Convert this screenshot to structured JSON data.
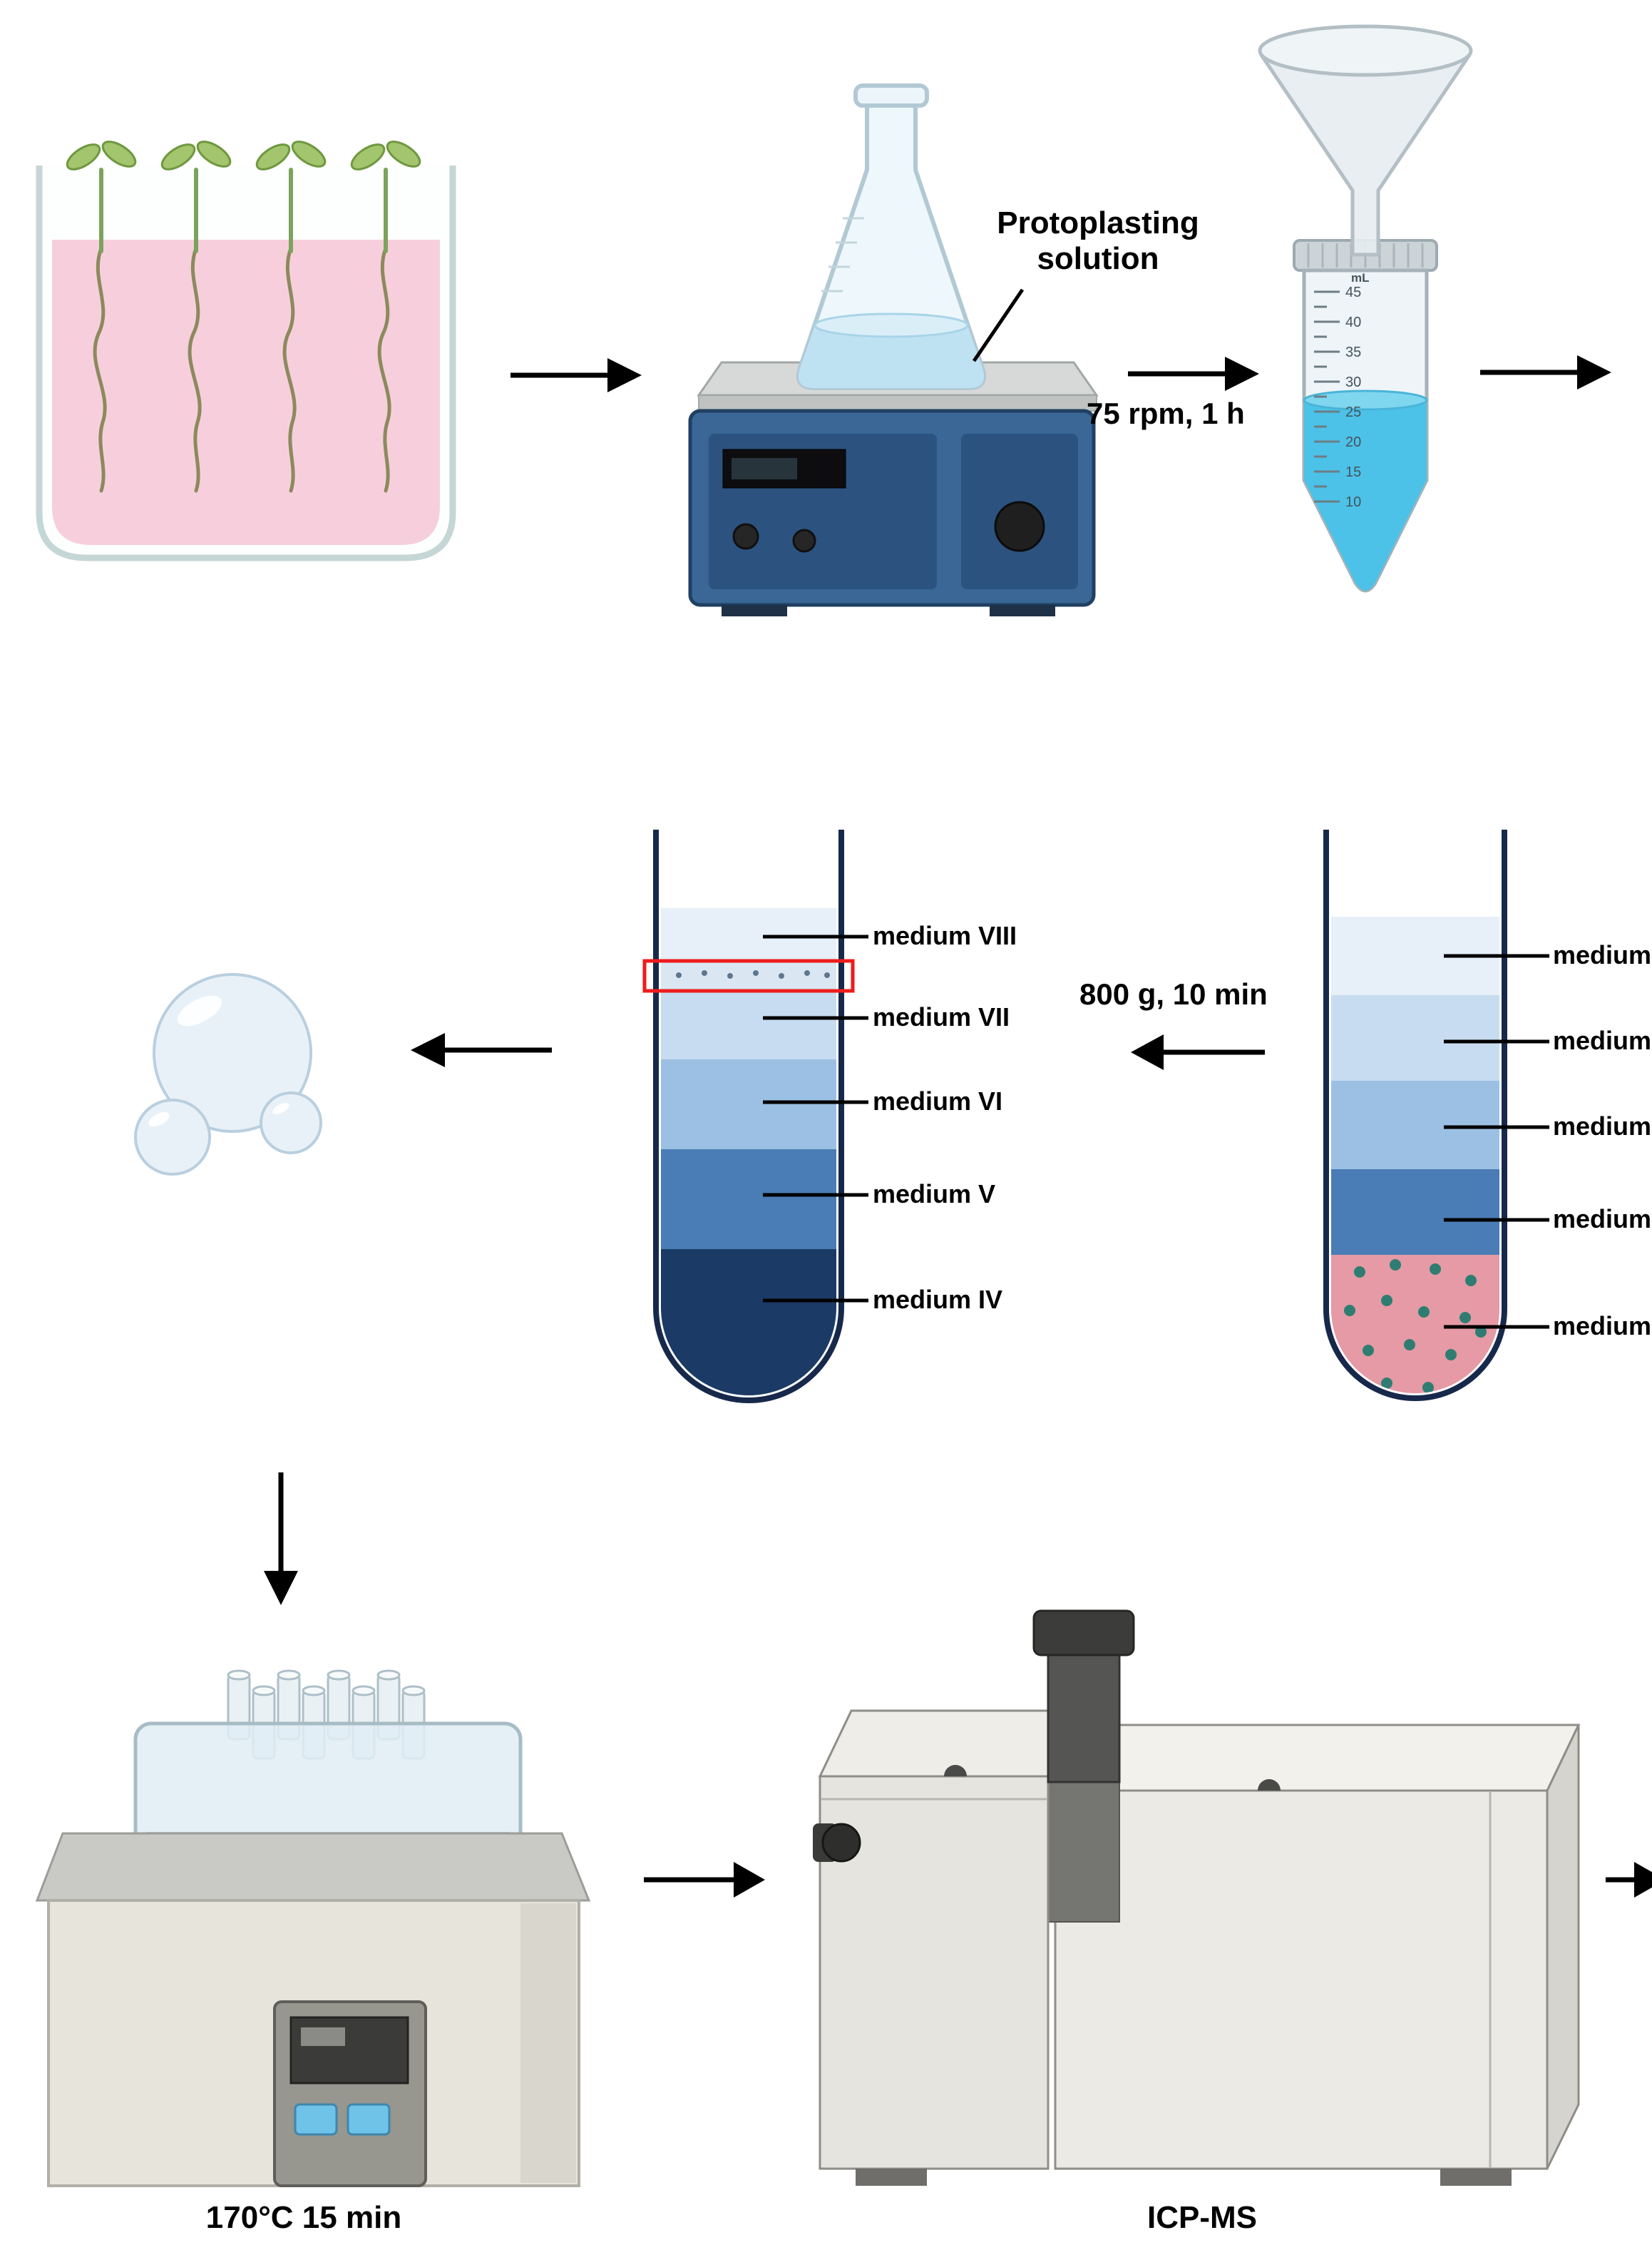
{
  "steps": {
    "protoplasting": {
      "flask_label": "Protoplasting\nsolution",
      "stir_condition": "75 rpm, 1 h"
    },
    "filtration": {
      "tube_unit": "mL",
      "tube_marks": [
        "45",
        "40",
        "35",
        "30",
        "25",
        "20",
        "15",
        "10"
      ]
    },
    "centrifugation": {
      "condition": "800 g, 10 min"
    },
    "gradient_before": {
      "layer_labels": [
        "medium VIII",
        "medium VII",
        "medium VI",
        "medium V",
        "medium IV"
      ]
    },
    "gradient_after": {
      "layer_labels": [
        "medium VIII",
        "medium VII",
        "medium VI",
        "medium V",
        "medium IV"
      ]
    },
    "digestion": {
      "condition": "170°C 15 min"
    },
    "analysis": {
      "instrument": "ICP-MS"
    }
  },
  "colors": {
    "seedling_medium_pink": "#f7cfdc",
    "flask_liquid_blue": "#bfe2f2",
    "falcon_liquid_blue": "#4cc2e8",
    "stirrer_blue": "#3a6795",
    "medium_viii": "#e7eff8",
    "medium_vii": "#c7dcf0",
    "medium_vi": "#9cc0e3",
    "medium_v": "#4a7cb5",
    "medium_iv": "#1b3a66",
    "pellet_pink": "#e59aa5",
    "protoplast_dot_teal": "#2f7d72",
    "highlight_box_red": "#ee1c1c",
    "arrow_black": "#000000"
  }
}
